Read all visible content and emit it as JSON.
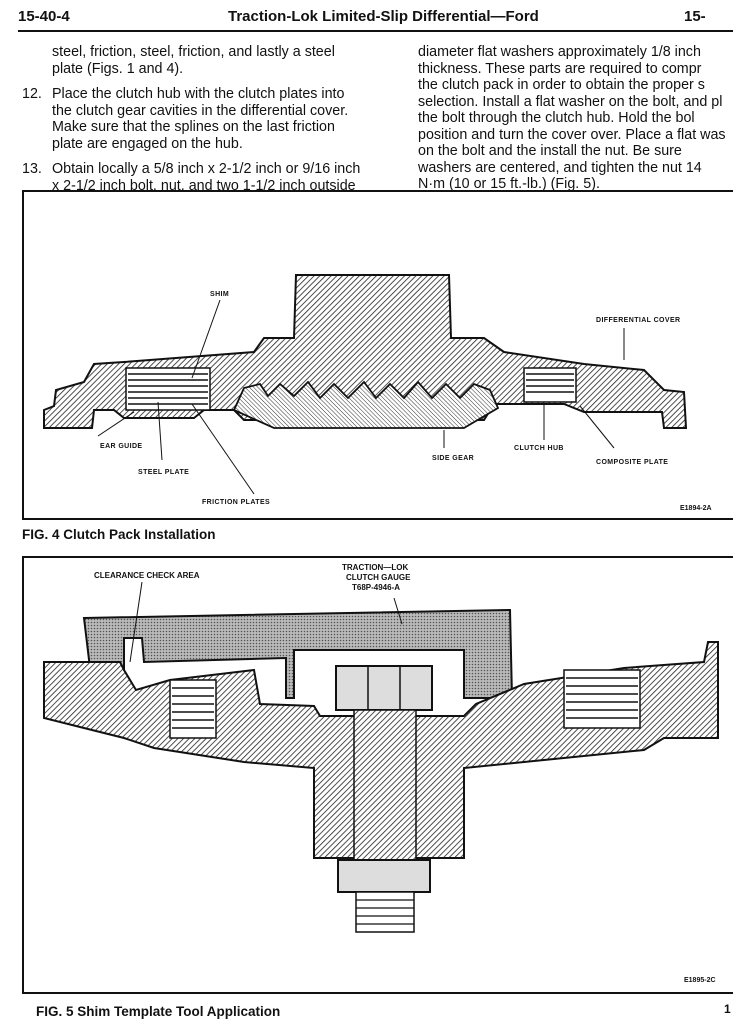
{
  "header": {
    "page_number": "15-40-4",
    "title": "Traction-Lok Limited-Slip Differential—Ford",
    "page_number_right": "15-"
  },
  "left_column": {
    "intro": "steel, friction, steel, friction, and lastly a steel plate (Figs. 1 and 4).",
    "steps": [
      {
        "number": "12.",
        "text": "Place the clutch hub with the clutch plates into the clutch gear cavities in the differential cover. Make sure that the splines on the last friction plate are engaged on the hub."
      },
      {
        "number": "13.",
        "text": "Obtain locally a 5/8 inch x 2-1/2 inch or 9/16 inch x 2-1/2 inch bolt, nut, and two 1-1/2 inch outside"
      }
    ]
  },
  "right_column": {
    "lines": [
      "diameter flat washers approximately 1/8 inch",
      "thickness. These parts are required to compr",
      "the clutch pack in order to obtain the proper s",
      "selection. Install a flat washer on the bolt, and pl",
      "the bolt through the clutch hub. Hold the bol",
      "position and turn the cover over. Place a flat was",
      "on the bolt and the install the nut. Be sure",
      "washers are centered, and tighten the nut 14",
      "N·m (10 or 15 ft.-lb.) (Fig. 5)."
    ]
  },
  "figure4": {
    "caption": "FIG. 4  Clutch Pack Installation",
    "labels": {
      "shim": "SHIM",
      "differential_cover": "DIFFERENTIAL COVER",
      "ear_guide": "EAR GUIDE",
      "steel_plate": "STEEL PLATE",
      "friction_plates": "FRICTION PLATES",
      "side_gear": "SIDE GEAR",
      "clutch_hub": "CLUTCH HUB",
      "composite_plate": "COMPOSITE PLATE"
    },
    "code": "E1894-2A"
  },
  "figure5": {
    "caption": "FIG. 5  Shim Template Tool Application",
    "labels": {
      "clearance_check_area": "CLEARANCE CHECK AREA",
      "tool_line1": "TRACTION—LOK",
      "tool_line2": "CLUTCH GAUGE",
      "tool_line3": "T68P-4946-A"
    },
    "code": "E1895-2C"
  },
  "page_edge_mark": "1"
}
